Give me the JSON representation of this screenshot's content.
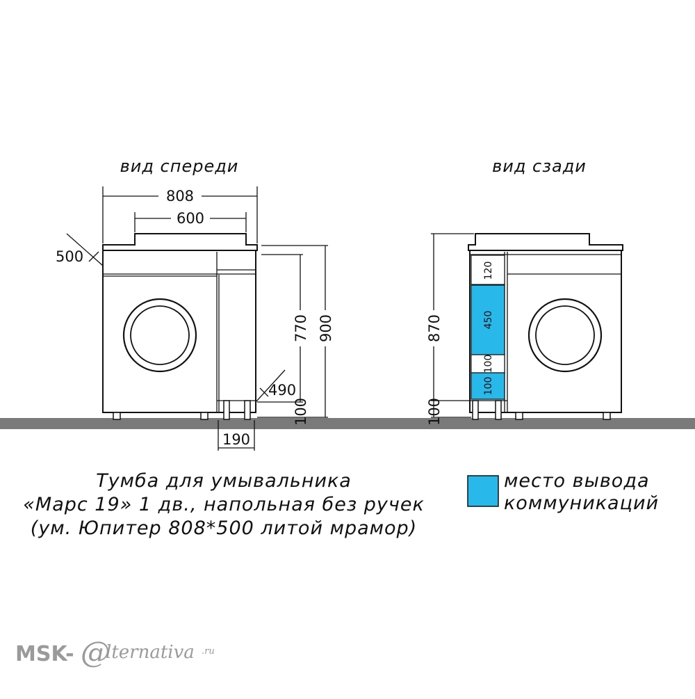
{
  "views": {
    "front_title": "вид спереди",
    "back_title": "вид сзади"
  },
  "dimensions": {
    "top_width": "808",
    "basin_width": "600",
    "depth": "500",
    "height_770": "770",
    "height_900": "900",
    "leg_height": "100",
    "shelf_depth": "490",
    "shelf_width": "190",
    "back_height": "870",
    "back_leg_height": "100",
    "zone_120": "120",
    "zone_450": "450",
    "zone_100_upper": "100",
    "zone_100_lower": "100"
  },
  "caption": {
    "line1": "Тумба для умывальника",
    "line2": "«Марс 19» 1 дв., напольная без ручек",
    "line3": "(ум. Юпитер 808*500 литой мрамор)"
  },
  "legend": {
    "line1": "место вывода",
    "line2": "коммуникаций"
  },
  "brand": {
    "logo_left": "MSK-",
    "logo_at": "@",
    "logo_right": "lternativa",
    "logo_suffix": ".ru"
  },
  "colors": {
    "communication_zone": "#29b8ea",
    "floor": "#7a7a7a"
  }
}
